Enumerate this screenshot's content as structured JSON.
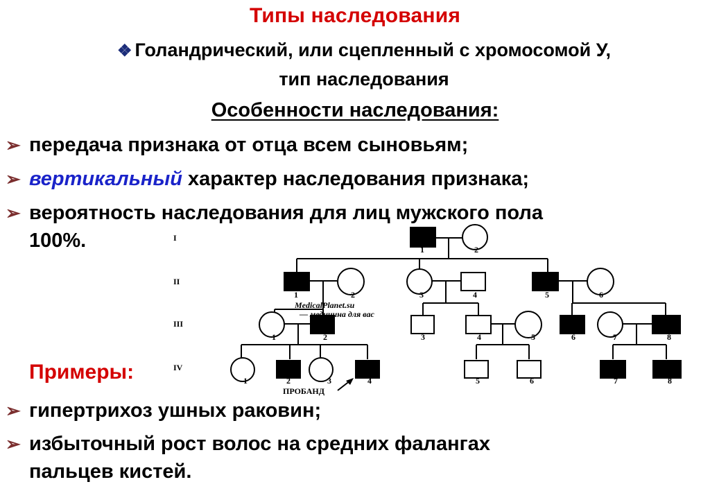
{
  "title": "Типы наследования",
  "subtitle": {
    "mark": "❖",
    "line1": "Голандрический, или сцепленный с хромосомой У,",
    "line2": "тип наследования"
  },
  "heading": "Особенности наследования:",
  "bullets": [
    {
      "text": "передача признака от отца всем сыновьям;"
    },
    {
      "emph": "вертикальный",
      "text": " характер наследования признака;"
    },
    {
      "text": "вероятность наследования для лиц мужского пола",
      "text2": "100%."
    }
  ],
  "examples": {
    "title": "Примеры:",
    "items": [
      {
        "text": "гипертрихоз ушных раковин;"
      },
      {
        "text": "избыточный рост волос на средних фалангах",
        "text2": "пальцев кистей."
      }
    ]
  },
  "pedigree": {
    "generations": [
      "I",
      "II",
      "III",
      "IV"
    ],
    "proband_label": "ПРОБАНД",
    "watermark_line1": "MedicalPlanet.su",
    "watermark_line2": "— медицина для вас",
    "members": {
      "I": [
        {
          "n": "1",
          "sex": "male",
          "affected": true
        },
        {
          "n": "2",
          "sex": "female",
          "affected": false
        }
      ],
      "II": [
        {
          "n": "1",
          "sex": "male",
          "affected": true
        },
        {
          "n": "2",
          "sex": "female",
          "affected": false
        },
        {
          "n": "3",
          "sex": "female",
          "affected": false
        },
        {
          "n": "4",
          "sex": "male",
          "affected": false
        },
        {
          "n": "5",
          "sex": "male",
          "affected": true
        },
        {
          "n": "6",
          "sex": "female",
          "affected": false
        }
      ],
      "III": [
        {
          "n": "1",
          "sex": "female",
          "affected": false
        },
        {
          "n": "2",
          "sex": "male",
          "affected": true
        },
        {
          "n": "3",
          "sex": "male",
          "affected": false
        },
        {
          "n": "4",
          "sex": "male",
          "affected": false
        },
        {
          "n": "5",
          "sex": "female",
          "affected": false
        },
        {
          "n": "6",
          "sex": "male",
          "affected": true
        },
        {
          "n": "7",
          "sex": "female",
          "affected": false
        },
        {
          "n": "8",
          "sex": "male",
          "affected": true
        }
      ],
      "IV": [
        {
          "n": "1",
          "sex": "female",
          "affected": false
        },
        {
          "n": "2",
          "sex": "male",
          "affected": true
        },
        {
          "n": "3",
          "sex": "female",
          "affected": false
        },
        {
          "n": "4",
          "sex": "male",
          "affected": true,
          "proband": true
        },
        {
          "n": "5",
          "sex": "male",
          "affected": false
        },
        {
          "n": "6",
          "sex": "male",
          "affected": false
        },
        {
          "n": "7",
          "sex": "male",
          "affected": true
        },
        {
          "n": "8",
          "sex": "male",
          "affected": true
        }
      ]
    }
  },
  "colors": {
    "title": "#d40000",
    "emphasis": "#1a23c9",
    "bullet_arrow": "#7a2d2d",
    "subtitle_mark": "#1c2d7a"
  }
}
